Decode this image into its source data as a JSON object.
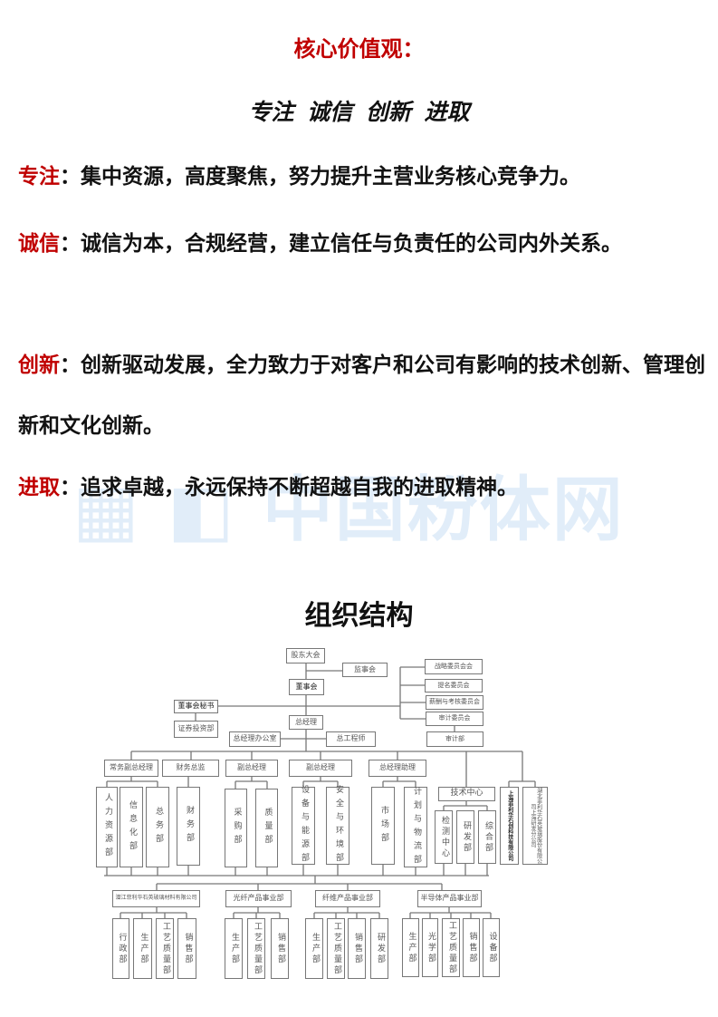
{
  "values_heading": "核心价值观：",
  "values_line": "专注 诚信 创新 进取",
  "paragraphs": [
    {
      "key": "专注",
      "text": "：集中资源，高度聚焦，努力提升主营业务核心竞争力。"
    },
    {
      "key": "诚信",
      "text": "：诚信为本，合规经营，建立信任与负责任的公司内外关系。"
    },
    {
      "key": "创新",
      "text": "：创新驱动发展，全力致力于对客户和公司有影响的技术创新、管理创新和文化创新。"
    },
    {
      "key": "进取",
      "text": "：追求卓越，永远保持不断超越自我的进取精神。"
    }
  ],
  "watermark": "中国粉体网",
  "org_heading": "组织结构",
  "org": {
    "shareholders": "股东大会",
    "supervisors": "监事会",
    "board": "董事会",
    "board_secretary": "董事会秘书",
    "securities": "证券投资部",
    "committees": [
      "战略委员会会",
      "提名委员会",
      "薪酬与考核委员会",
      "审计委员会"
    ],
    "audit": "审计部",
    "gm": "总经理",
    "gm_office": "总经理办公室",
    "chief_engineer": "总工程师",
    "level2": [
      "常务副总经理",
      "财务总监",
      "副总经理",
      "副总经理",
      "总经理助理"
    ],
    "depts": [
      "人力资源部",
      "信息化部",
      "总务部",
      "财务部",
      "采购部",
      "质量部",
      "设备与能源部",
      "安全与环境部",
      "市场部",
      "计划与物流部"
    ],
    "tech_center": "技术中心",
    "tech_depts": [
      "检测中心",
      "研发部",
      "综合部"
    ],
    "subsidiaries": [
      "上海菲利华石创科技有限公司",
      "湖北菲利华石英玻璃股份有限公司上海研发分公司"
    ],
    "units": [
      {
        "name": "潜江菲利华石英玻璃材料有限公司",
        "subs": [
          "行政部",
          "生产部",
          "工艺质量部",
          "销售部"
        ]
      },
      {
        "name": "光纤产品事业部",
        "subs": [
          "生产部",
          "工艺质量部",
          "销售部"
        ]
      },
      {
        "name": "纤维产品事业部",
        "subs": [
          "生产部",
          "工艺质量部",
          "销售部",
          "研发部"
        ]
      },
      {
        "name": "半导体产品事业部",
        "subs": [
          "生产部",
          "光学部",
          "工艺质量部",
          "销售部",
          "设备部"
        ]
      }
    ]
  }
}
